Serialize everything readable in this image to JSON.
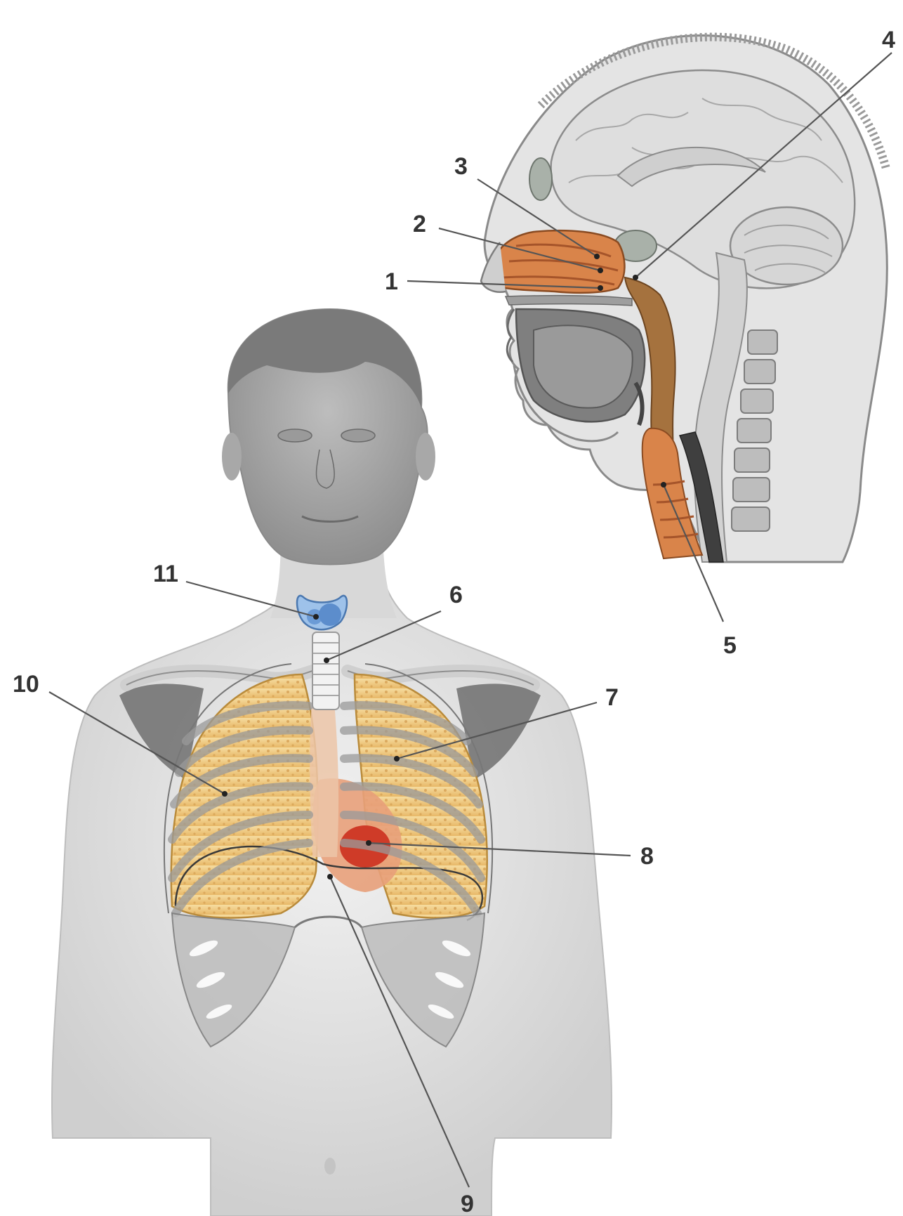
{
  "labels": [
    "1",
    "2",
    "3",
    "4",
    "5",
    "6",
    "7",
    "8",
    "9",
    "10",
    "11"
  ],
  "colors": {
    "background": "#ffffff",
    "label_text": "#333333",
    "leader_line": "#555555",
    "airway": "#d9844a",
    "lung": "#f0c878",
    "heart": "#d0402c",
    "thyroid": "#9ec2ea",
    "skin": "#dcdcdc",
    "bone": "#c6c6c6"
  }
}
